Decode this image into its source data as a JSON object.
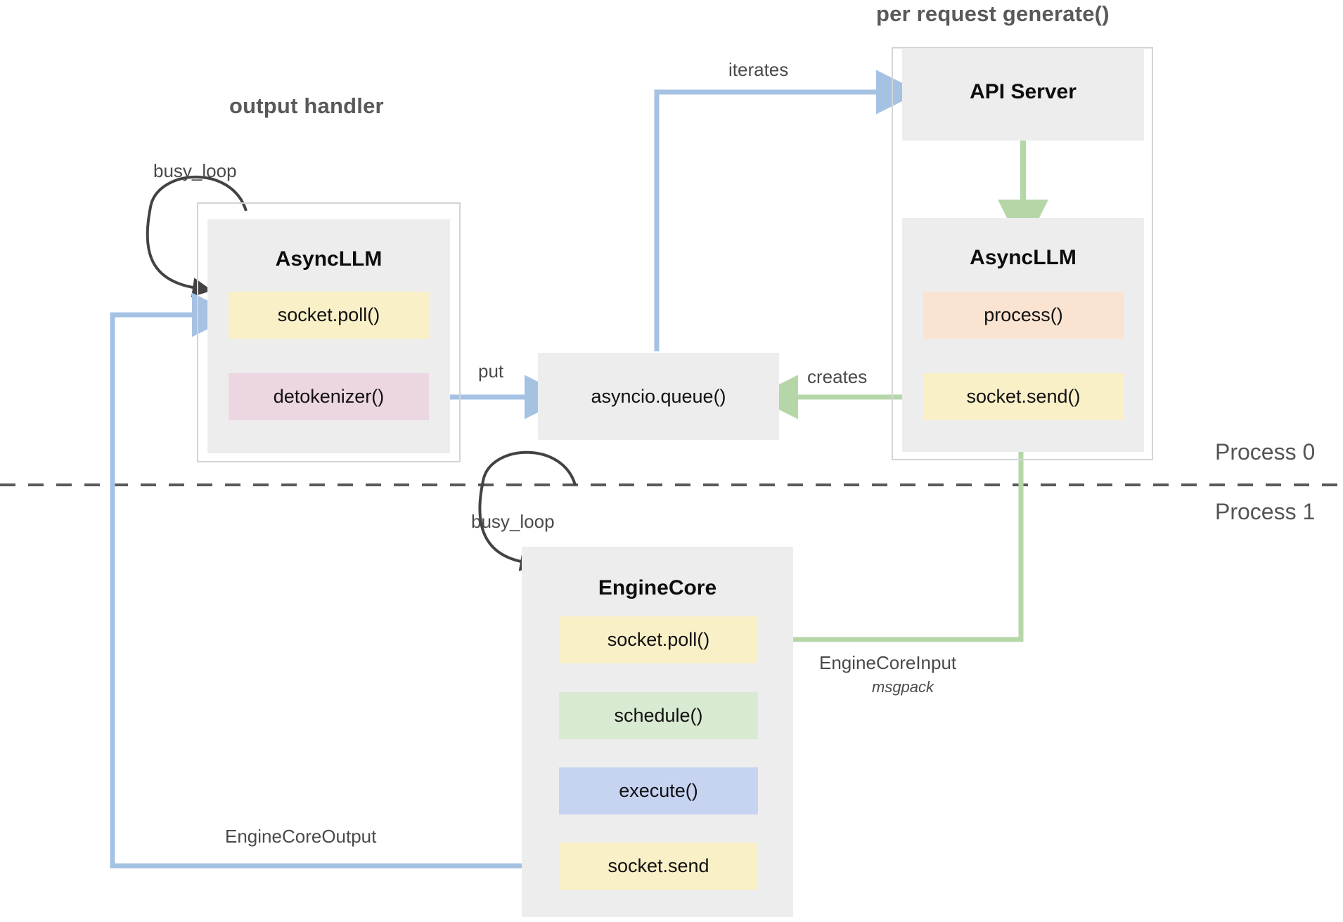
{
  "groups": {
    "output_handler": {
      "title": "output handler"
    },
    "per_request": {
      "title": "per request generate()"
    }
  },
  "process_labels": {
    "top": "Process 0",
    "bottom": "Process 1"
  },
  "left_async_llm": {
    "title": "AsyncLLM",
    "rows": [
      {
        "label": "socket.poll()",
        "color": "#faf0c8"
      },
      {
        "label": "detokenizer()",
        "color": "#ecd6e1"
      }
    ],
    "self_loop_label": "busy_loop"
  },
  "right_api_server": {
    "title": "API Server"
  },
  "right_async_llm": {
    "title": "AsyncLLM",
    "rows": [
      {
        "label": "process()",
        "color": "#fae3d0"
      },
      {
        "label": "socket.send()",
        "color": "#faf0c8"
      }
    ]
  },
  "queue": {
    "label": "asyncio.queue()"
  },
  "engine_core": {
    "title": "EngineCore",
    "self_loop_label": "busy_loop",
    "rows": [
      {
        "label": "socket.poll()",
        "color": "#faf0c8"
      },
      {
        "label": "schedule()",
        "color": "#d9ead3"
      },
      {
        "label": "execute()",
        "color": "#c6d4f2"
      },
      {
        "label": "socket.send",
        "color": "#faf0c8"
      }
    ]
  },
  "edges": {
    "iterates": "iterates",
    "put": "put",
    "creates": "creates",
    "engine_core_input": "EngineCoreInput",
    "engine_core_input_sub": "msgpack",
    "engine_core_output": "EngineCoreOutput"
  },
  "colors": {
    "blue_edge": "#a5c2e3",
    "green_edge": "#b5d7a8",
    "dark_edge": "#434343",
    "card_bg": "#ededed",
    "frame_border": "#d4d4d4",
    "divider": "#595959"
  }
}
